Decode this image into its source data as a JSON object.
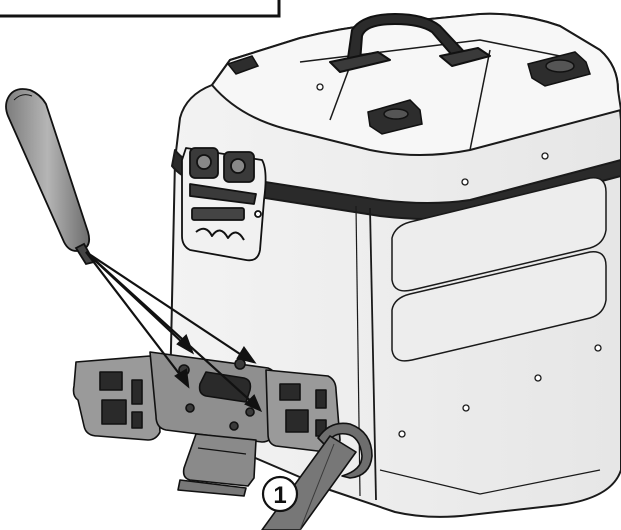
{
  "figure": {
    "callout": {
      "number": "1"
    },
    "icons": {
      "tool": "screwdriver-icon",
      "case": "pannier-case",
      "plate": "mounting-plate",
      "strap": "strap"
    }
  }
}
